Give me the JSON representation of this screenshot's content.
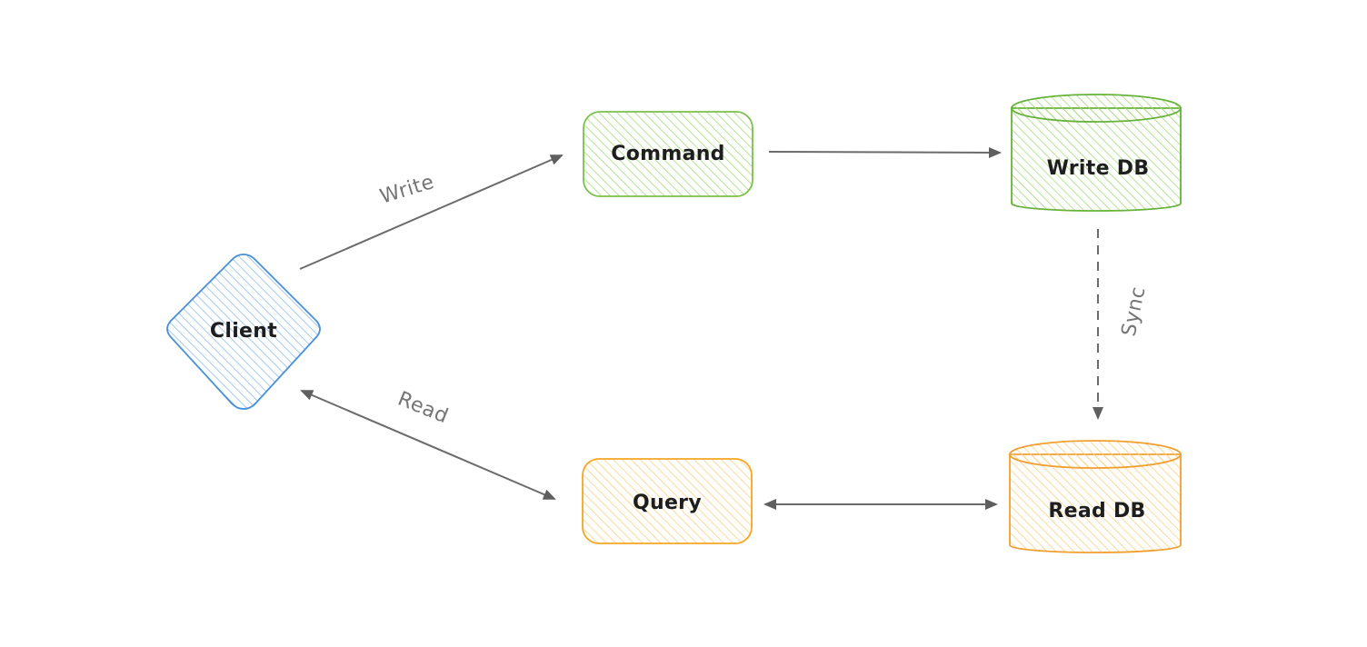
{
  "nodes": {
    "client": {
      "label": "Client",
      "shape": "diamond",
      "stroke": "#4a90d9",
      "fill": "#8fbde8"
    },
    "command": {
      "label": "Command",
      "shape": "rounded-rectangle",
      "stroke": "#7cc04a",
      "fill": "#a7d97c"
    },
    "write_db": {
      "label": "Write DB",
      "shape": "cylinder",
      "stroke": "#66b23a",
      "fill": "#a7d97c"
    },
    "query": {
      "label": "Query",
      "shape": "rounded-rectangle",
      "stroke": "#f5a623",
      "fill": "#ffd08a"
    },
    "read_db": {
      "label": "Read DB",
      "shape": "cylinder",
      "stroke": "#f0a030",
      "fill": "#ffd08a"
    }
  },
  "edges": {
    "write": {
      "label": "Write",
      "from": "Client",
      "to": "Command",
      "style": "solid"
    },
    "command_to_write_db": {
      "label": "",
      "from": "Command",
      "to": "Write DB",
      "style": "solid"
    },
    "sync": {
      "label": "Sync",
      "from": "Write DB",
      "to": "Read DB",
      "style": "dashed"
    },
    "read": {
      "label": "Read",
      "from": "Query",
      "to": "Client",
      "style": "solid-bidirectional"
    },
    "query_read_db": {
      "label": "",
      "from": "Query",
      "to": "Read DB",
      "style": "solid-bidirectional"
    }
  },
  "colors": {
    "edge": "#6b6b6b",
    "edge_label": "#757575",
    "text": "#1e1e1e"
  }
}
